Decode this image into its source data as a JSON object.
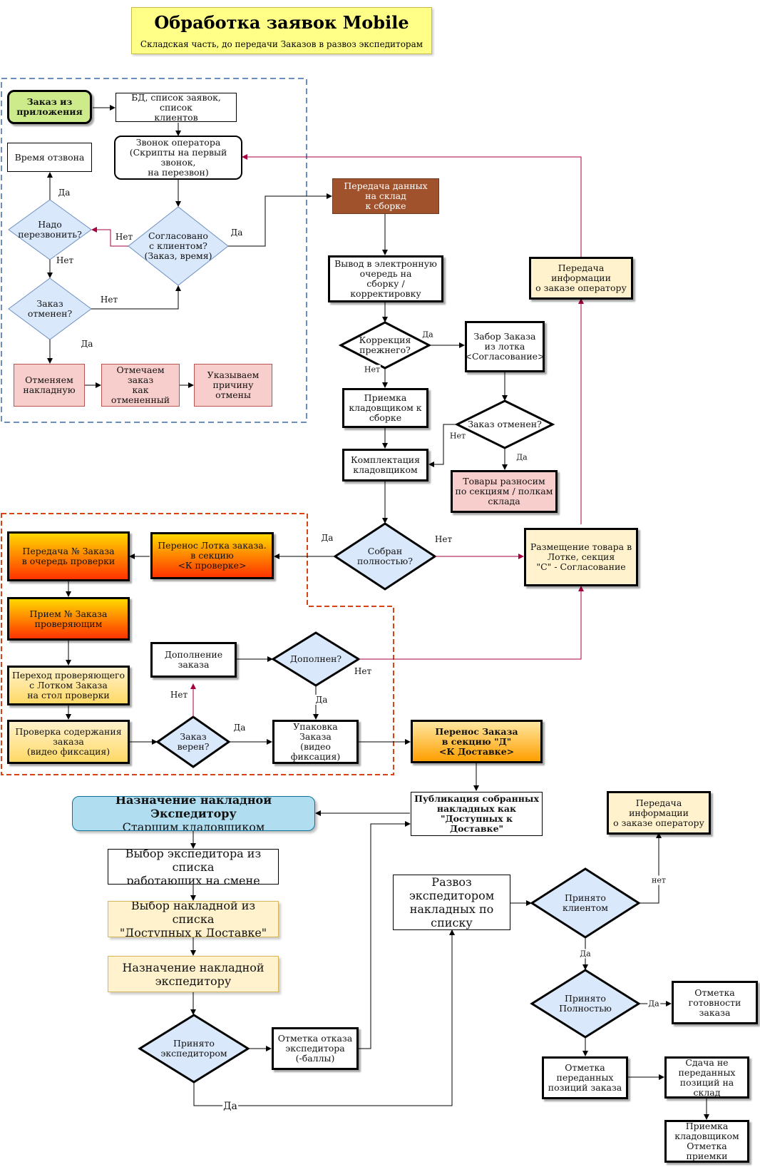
{
  "title": "Обработка заявок Mobile",
  "subtitle": "Складская часть, до передачи Заказов в развоз экспедиторам",
  "colors": {
    "dashed_blue": "#6c8ebf",
    "dashed_red": "#d84315",
    "decision_fill": "#dae8fc",
    "decision_stroke": "#6c8ebf",
    "feedback_arrow": "#a50040"
  },
  "nodes": {
    "order_from_app": "Заказ из\nприложения",
    "db_list": "БД, список заявок, список\nклиентов",
    "callback_time": "Время отзвона",
    "operator_call": "Звонок оператора\n(Скрипты на первый звонок,\nна перезвон)",
    "cancel_invoice": "Отменяем\nнакладную",
    "mark_cancelled": "Отмечаем заказ\nкак отмененный",
    "cancel_reason": "Указываем\nпричину отмены",
    "warehouse_transfer": "Передача данных\nна склад\nк сборке",
    "electronic_queue": "Вывод в электронную\nочередь на\nсборку / корректировку",
    "info_to_operator_1": "Передача информации\nо заказе оператору",
    "pick_from_tray": "Забор Заказа\nиз лотка\n<Согласование>",
    "accept_by_storekeeper": "Приемка\nкладовщиком к\nсборке",
    "completion_by_storekeeper": "Комплектация\nкладовщиком",
    "items_to_sections": "Товары разносим\nпо секциям / полкам\nсклада",
    "order_number_to_queue": "Передача № Заказа\nв очередь проверки",
    "move_tray_to_check": "Перенос Лотка заказа.\nв секцию\n<К проверке>",
    "place_goods_in_tray": "Размещение товара в\nЛотке, секция\n\"С\" - Согласование",
    "accept_by_checker": "Прием № Заказа\nпроверяющим",
    "order_addition": "Дополнение\nзаказа",
    "checker_to_table": "Переход проверяющего\nс Лотком Заказа\nна стол проверки",
    "check_contents": "Проверка содержания\nзаказа\n(видео фиксация)",
    "packing": "Упаковка\nЗаказа\n(видео фиксация)",
    "move_to_delivery": "Перенос Заказа\nв секцию \"Д\"\n<К Доставке>",
    "assign_invoice_title": "Назначение накладной Экспедитору",
    "assign_invoice_sub": "Старшим кладовщиком",
    "publish_orders": "Публикация собранных\nнакладных как\n\"Доступных к Доставке\"",
    "info_to_operator_2": "Передача информации\nо заказе оператору",
    "choose_courier": "Выбор экспедитора из списка\nработающих на смене",
    "courier_delivery": "Развоз экспедитором\nнакладных по\nсписку",
    "choose_invoice": "Выбор накладной из списка\n\"Доступных к Доставке\"",
    "assign_invoice_courier": "Назначение накладной\nэкспедитору",
    "mark_ready": "Отметка\nготовности заказа",
    "courier_refusal": "Отметка отказа\nэкспедитора\n(-баллы)",
    "mark_transferred": "Отметка\nпереданных\nпозиций заказа",
    "return_to_warehouse": "Сдача не\nпереданных\nпозиций на склад",
    "warehouse_accept": "Приемка\nкладовщиком\nОтметка приемки"
  },
  "decisions": {
    "need_callback": "Надо\nперезвонить?",
    "agreed": "Согласовано\nс клиентом?\n(Заказ, время)",
    "order_cancelled_1": "Заказ\nотменен?",
    "correction_prev": "Коррекция\nпрежнего?",
    "order_cancelled_2": "Заказ отменен?",
    "assembled_fully": "Собран\nполностью?",
    "supplemented": "Дополнен?",
    "order_correct": "Заказ\nверен?",
    "accepted_by_client": "Принято\nклиентом",
    "accepted_fully": "Принято\nПолностью",
    "accepted_by_courier": "Принято\nэкспедитором"
  },
  "edge_labels": {
    "yes": "Да",
    "no": "Нет",
    "no_lower": "нет"
  }
}
